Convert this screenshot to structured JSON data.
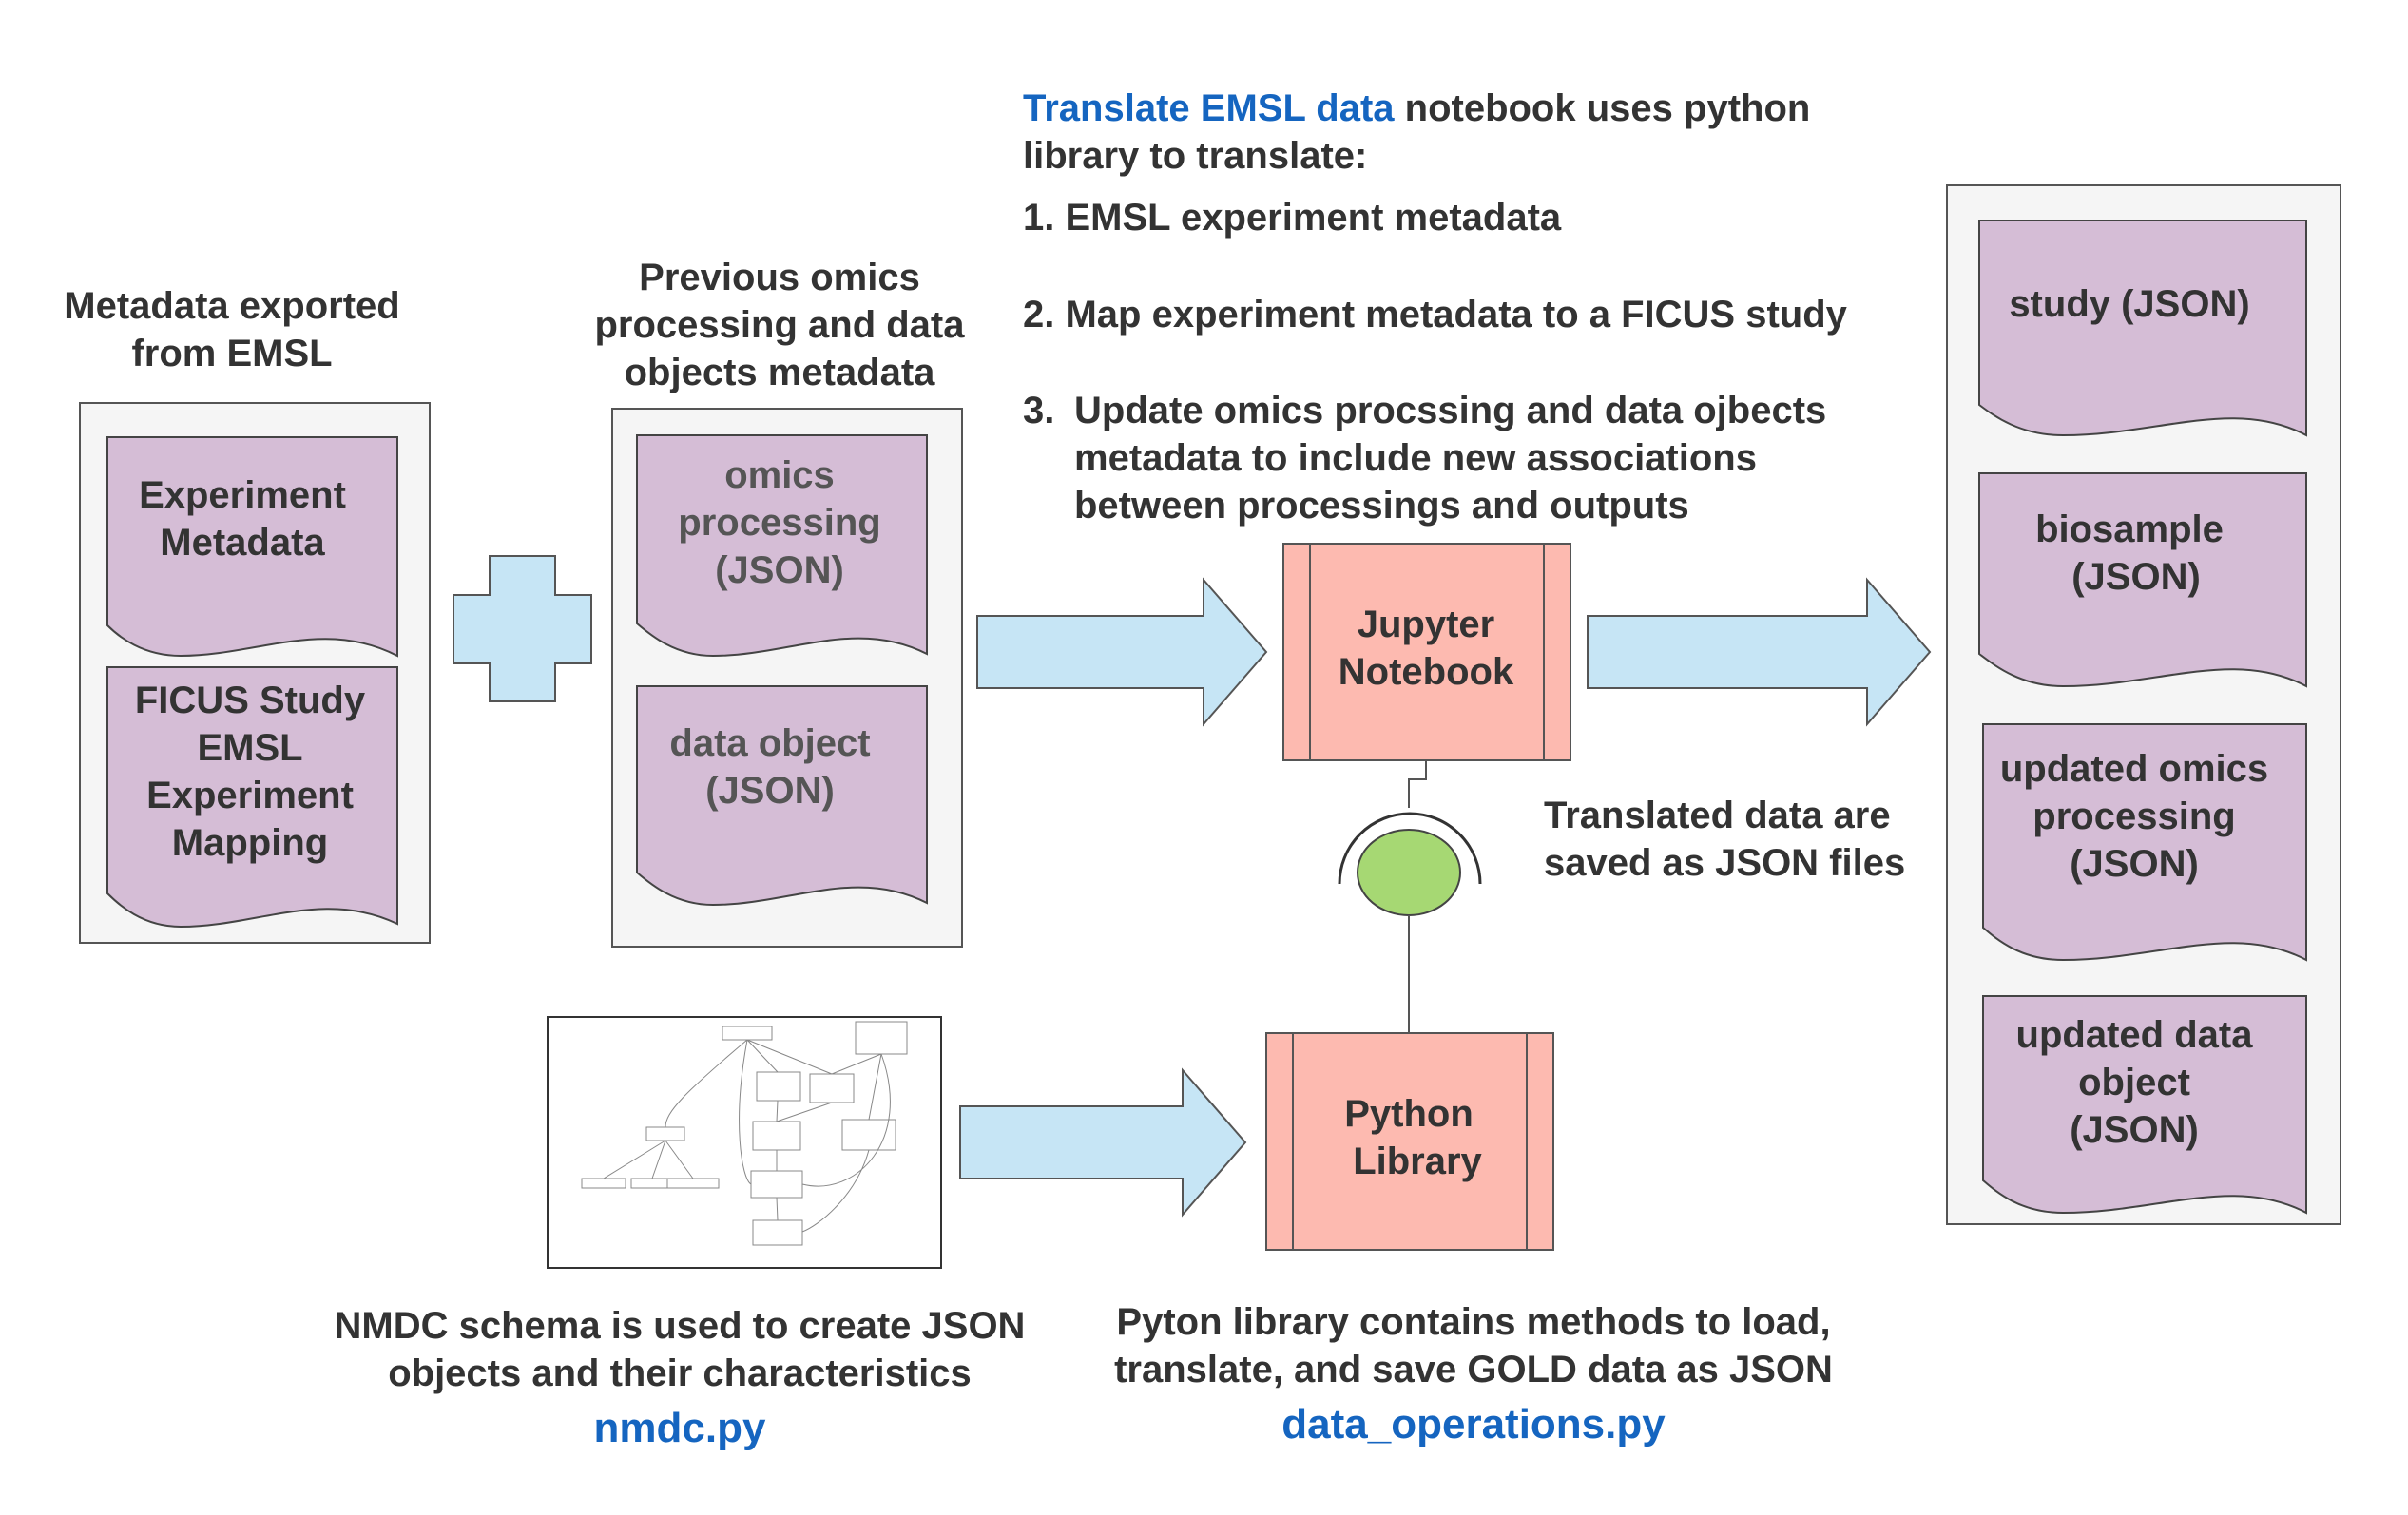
{
  "colors": {
    "doc_fill": "#d5bdd6",
    "arrow_fill": "#c6e5f5",
    "process_fill": "#fdbab0",
    "node_fill": "#a6d873",
    "link_text": "#1565c0",
    "panel_fill": "#f5f5f5"
  },
  "emsl": {
    "title": [
      "Metadata exported",
      "from EMSL"
    ],
    "docs": [
      [
        "Experiment",
        "Metadata"
      ],
      [
        "FICUS Study",
        "EMSL",
        "Experiment",
        "Mapping"
      ]
    ]
  },
  "previous": {
    "title": [
      "Previous omics",
      "processing and data",
      "objects metadata"
    ],
    "docs": [
      [
        "omics",
        "processing",
        "(JSON)"
      ],
      [
        "data object",
        "(JSON)"
      ]
    ]
  },
  "notebook_description": {
    "link_text": "Translate EMSL data",
    "rest_line1": " notebook uses python",
    "line2": "library to translate:",
    "steps": [
      {
        "num": "1.",
        "lines": [
          "EMSL experiment metadata"
        ]
      },
      {
        "num": "2.",
        "lines": [
          "Map experiment metadata to a FICUS study"
        ]
      },
      {
        "num": "3.",
        "lines": [
          "Update omics procssing and data ojbects",
          "metadata to include new associations",
          "between processings and outputs"
        ]
      }
    ]
  },
  "jupyter": {
    "lines": [
      "Jupyter",
      "Notebook"
    ]
  },
  "python_lib": {
    "lines": [
      "Python",
      "Library"
    ]
  },
  "saved_note": [
    "Translated data are",
    "saved as JSON files"
  ],
  "outputs": {
    "docs": [
      [
        "study (JSON)"
      ],
      [
        "biosample",
        "(JSON)"
      ],
      [
        "updated omics",
        "processing",
        "(JSON)"
      ],
      [
        "updated data",
        "object",
        "(JSON)"
      ]
    ]
  },
  "schema_note": {
    "lines": [
      "NMDC schema is used to create JSON",
      "objects and their characteristics"
    ],
    "file": "nmdc.py"
  },
  "library_note": {
    "lines": [
      "Pyton library contains methods to load,",
      "translate, and save GOLD data as JSON"
    ],
    "file": "data_operations.py"
  }
}
